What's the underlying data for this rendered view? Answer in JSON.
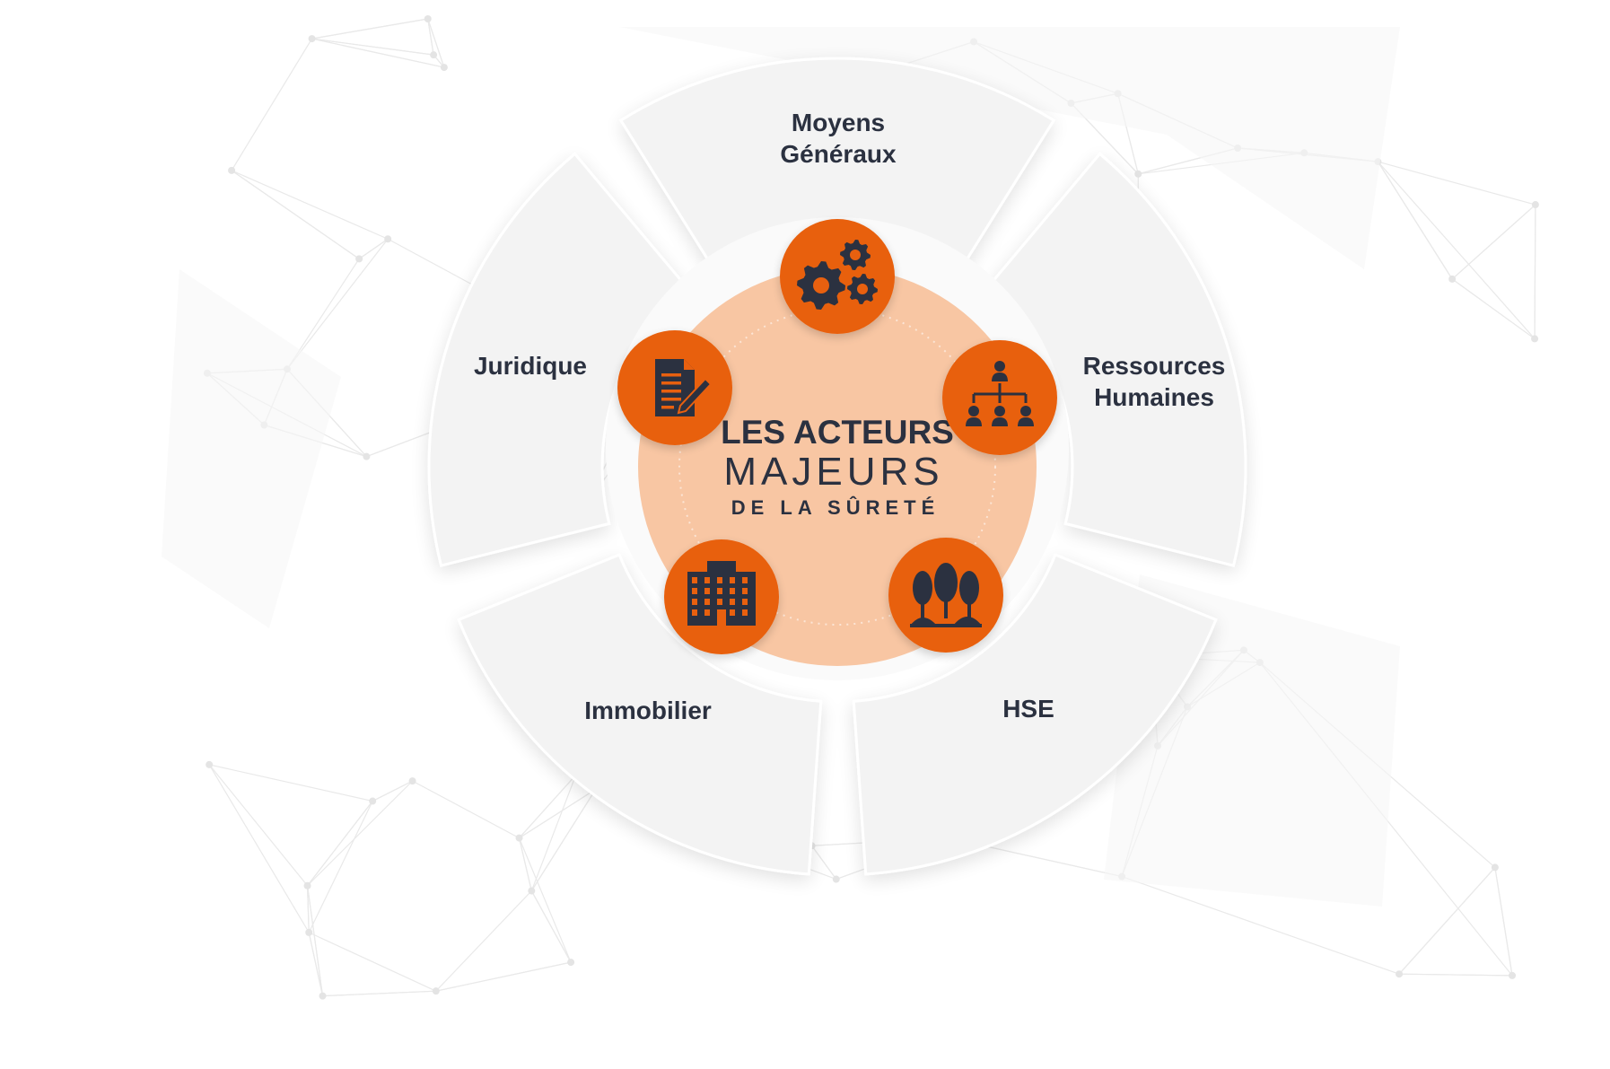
{
  "diagram": {
    "title": {
      "line1": "LES ACTEURS",
      "line2": "MAJEURS",
      "line3": "DE LA SÛRETÉ"
    },
    "segments": [
      {
        "id": "moyens-generaux",
        "label_lines": [
          "Moyens",
          "Généraux"
        ],
        "icon": "gears-icon"
      },
      {
        "id": "ressources-humaines",
        "label_lines": [
          "Ressources",
          "Humaines"
        ],
        "icon": "org-chart-icon"
      },
      {
        "id": "hse",
        "label_lines": [
          "HSE"
        ],
        "icon": "trees-icon"
      },
      {
        "id": "immobilier",
        "label_lines": [
          "Immobilier"
        ],
        "icon": "building-icon"
      },
      {
        "id": "juridique",
        "label_lines": [
          "Juridique"
        ],
        "icon": "document-pen-icon"
      }
    ],
    "colors": {
      "accent": "#E8600F",
      "center_fill": "#F8C6A3",
      "segment_fill": "#F3F3F3",
      "text": "#2B3140",
      "icon": "#2B3140",
      "background": "#FFFFFF",
      "network": "#E9E9E9"
    }
  }
}
